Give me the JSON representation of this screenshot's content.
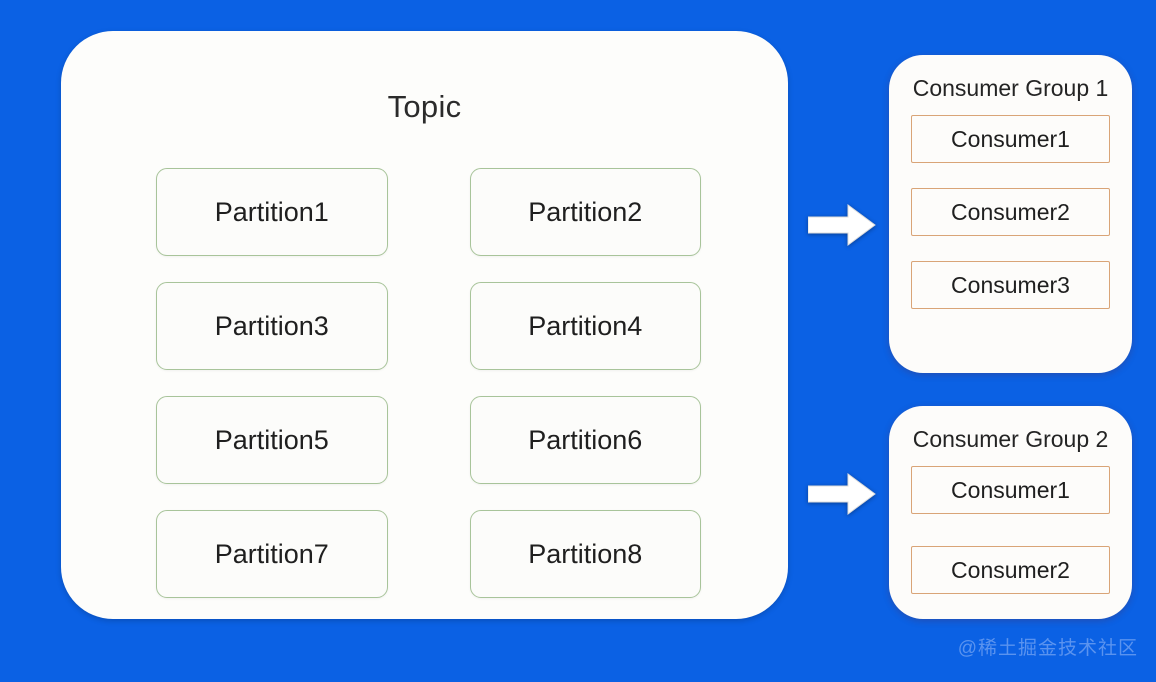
{
  "background_color": "#0b61e4",
  "topic": {
    "title": "Topic",
    "card_color": "#fdfdfb",
    "partition_border_color": "#a8c49a",
    "partitions": [
      {
        "label": "Partition1"
      },
      {
        "label": "Partition2"
      },
      {
        "label": "Partition3"
      },
      {
        "label": "Partition4"
      },
      {
        "label": "Partition5"
      },
      {
        "label": "Partition6"
      },
      {
        "label": "Partition7"
      },
      {
        "label": "Partition8"
      }
    ]
  },
  "arrows": [
    {
      "name": "arrow-to-consumer-group-1",
      "glyph": "right-arrow",
      "color": "#ffffff"
    },
    {
      "name": "arrow-to-consumer-group-2",
      "glyph": "right-arrow",
      "color": "#ffffff"
    }
  ],
  "consumer_groups": [
    {
      "title": "Consumer Group 1",
      "consumer_border_color": "#d9a477",
      "consumers": [
        {
          "label": "Consumer1"
        },
        {
          "label": "Consumer2"
        },
        {
          "label": "Consumer3"
        }
      ]
    },
    {
      "title": "Consumer Group 2",
      "consumer_border_color": "#d9a477",
      "consumers": [
        {
          "label": "Consumer1"
        },
        {
          "label": "Consumer2"
        }
      ]
    }
  ],
  "watermark": {
    "text": "@稀土掘金技术社区",
    "color": "#5a93ef"
  }
}
